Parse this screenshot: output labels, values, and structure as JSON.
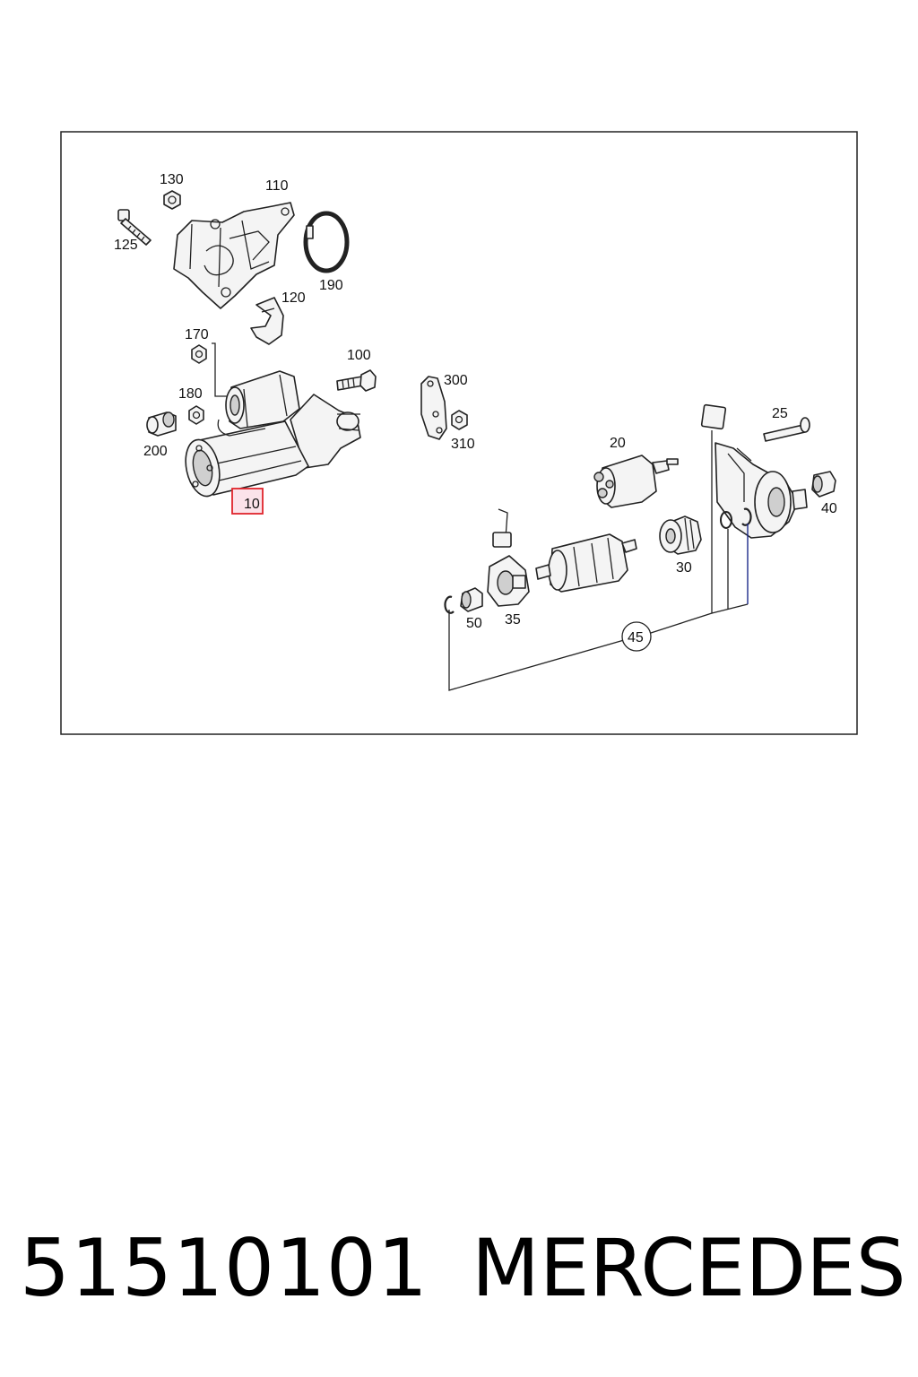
{
  "diagram": {
    "callouts": {
      "c130": "130",
      "c110": "110",
      "c125": "125",
      "c190": "190",
      "c120": "120",
      "c170": "170",
      "c100": "100",
      "c180": "180",
      "c200": "200",
      "c300": "300",
      "c310": "310",
      "c10": "10",
      "c25": "25",
      "c20": "20",
      "c40": "40",
      "c30": "30",
      "c50": "50",
      "c35": "35",
      "c45": "45"
    },
    "highlight_color": "#e0242b",
    "highlight_fill": "#fbe3ea"
  },
  "footer": {
    "part_number": "51510101",
    "brand": "MERCEDES"
  }
}
